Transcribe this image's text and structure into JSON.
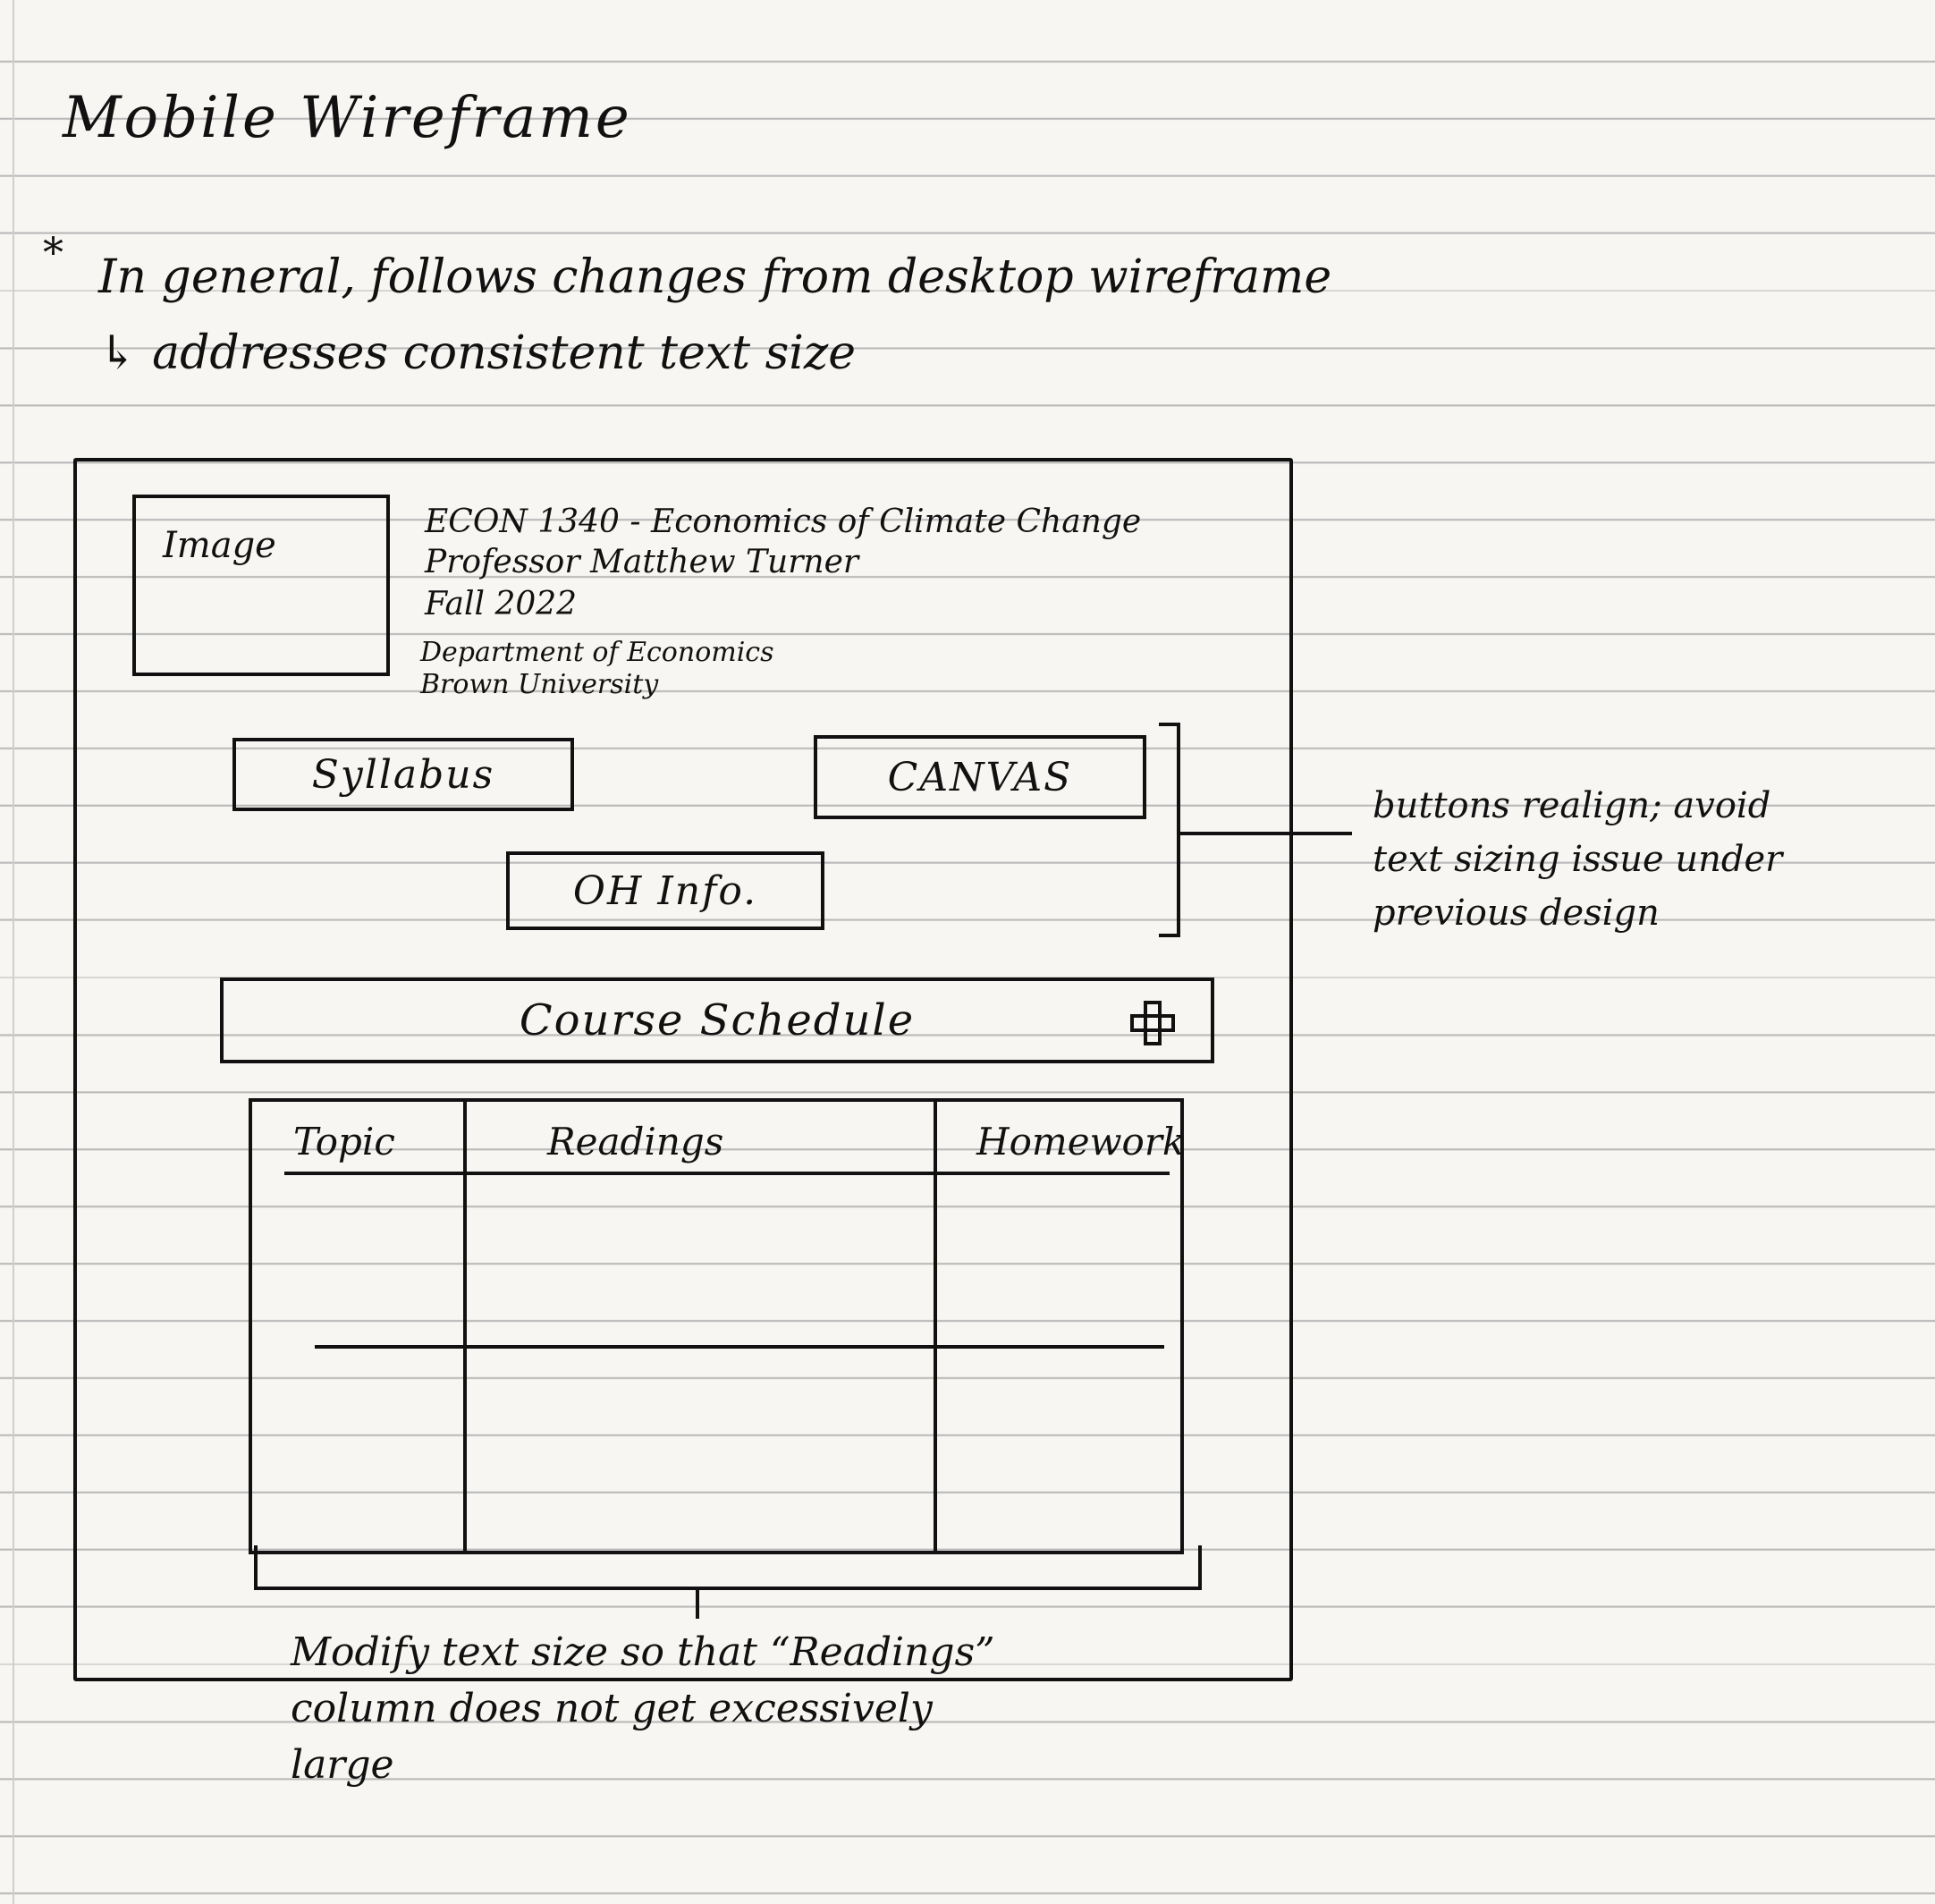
{
  "page_title": "Mobile Wireframe",
  "general_note": {
    "line1": "In general, follows changes from desktop wireframe",
    "line2": "↳ addresses consistent text size"
  },
  "wireframe": {
    "image_label": "Image",
    "course": {
      "title": "ECON 1340 - Economics of Climate Change",
      "professor": "Professor Matthew Turner",
      "term": "Fall 2022",
      "department": "Department of Economics",
      "university": "Brown University"
    },
    "buttons": {
      "syllabus": "Syllabus",
      "canvas": "CANVAS",
      "oh_info": "OH Info."
    },
    "schedule": {
      "label": "Course Schedule",
      "expand_icon": "plus-icon"
    },
    "table": {
      "headers": [
        "Topic",
        "Readings",
        "Homework"
      ]
    }
  },
  "annotations": {
    "buttons_note": [
      "buttons realign; avoid",
      "text sizing issue under",
      "previous design"
    ],
    "table_note": [
      "Modify text size so that “Readings”",
      "column does not get excessively",
      "large"
    ]
  }
}
